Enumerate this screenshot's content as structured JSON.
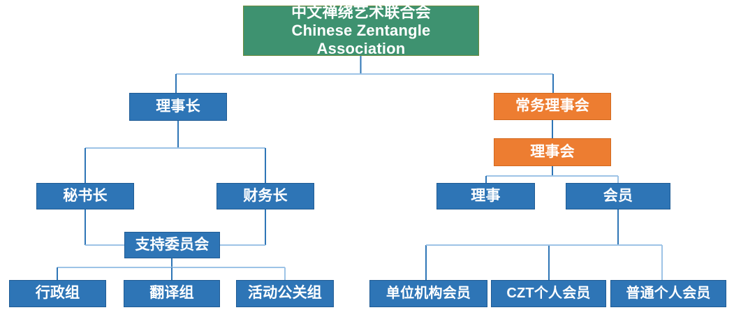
{
  "diagram": {
    "title_cn": "中文禅绕艺术联合会",
    "title_en": "Chinese Zentangle Association",
    "colors": {
      "blue": "#2E75B6",
      "orange": "#ED7D31",
      "green": "#3E9270",
      "connector": "#2E75B6",
      "connector_light": "#9DC3E6",
      "text": "#FFFFFF",
      "background": "#FFFFFF"
    },
    "nodes": {
      "root": {
        "line1": "中文禅绕艺术联合会",
        "line2": "Chinese Zentangle Association",
        "color": "green"
      },
      "chairman": {
        "label": "理事长",
        "color": "blue"
      },
      "secretary_general": {
        "label": "秘书长",
        "color": "blue"
      },
      "treasurer": {
        "label": "财务长",
        "color": "blue"
      },
      "support_committee": {
        "label": "支持委员会",
        "color": "blue"
      },
      "admin_group": {
        "label": "行政组",
        "color": "blue"
      },
      "translation_group": {
        "label": "翻译组",
        "color": "blue"
      },
      "events_pr_group": {
        "label": "活动公关组",
        "color": "blue"
      },
      "standing_council": {
        "label": "常务理事会",
        "color": "orange"
      },
      "board_of_directors": {
        "label": "理事会",
        "color": "orange"
      },
      "director": {
        "label": "理事",
        "color": "blue"
      },
      "member": {
        "label": "会员",
        "color": "blue"
      },
      "institutional_member": {
        "label": "单位机构会员",
        "color": "blue"
      },
      "czt_individual_member": {
        "label": "CZT个人会员",
        "color": "blue"
      },
      "general_individual_member": {
        "label": "普通个人会员",
        "color": "blue"
      }
    }
  }
}
